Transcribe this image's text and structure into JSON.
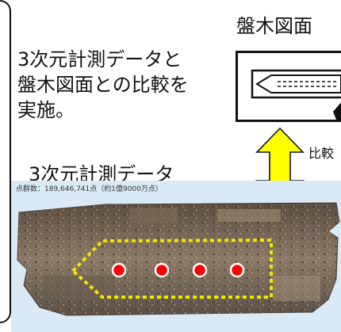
{
  "description": {
    "line1": "3次元計測データと",
    "line2": "盤木図面との比較を",
    "line3": "実施。"
  },
  "labels": {
    "scan_data": "3次元計測データ",
    "block_drawing": "盤木図面",
    "compare": "比較"
  },
  "photo": {
    "caption": "点群数：189,646,741点（約1億9000万点）"
  },
  "colors": {
    "arrow_fill": "#ffff00",
    "highlight_dots": "#f2e600",
    "marker_fill": "#ff0000",
    "photo_background": "#d9e9f6"
  },
  "icons": {
    "arrow": "double-headed-vertical-arrow",
    "drawing": "ship-hull-outline-drawing",
    "markers": "red-circle-markers"
  }
}
